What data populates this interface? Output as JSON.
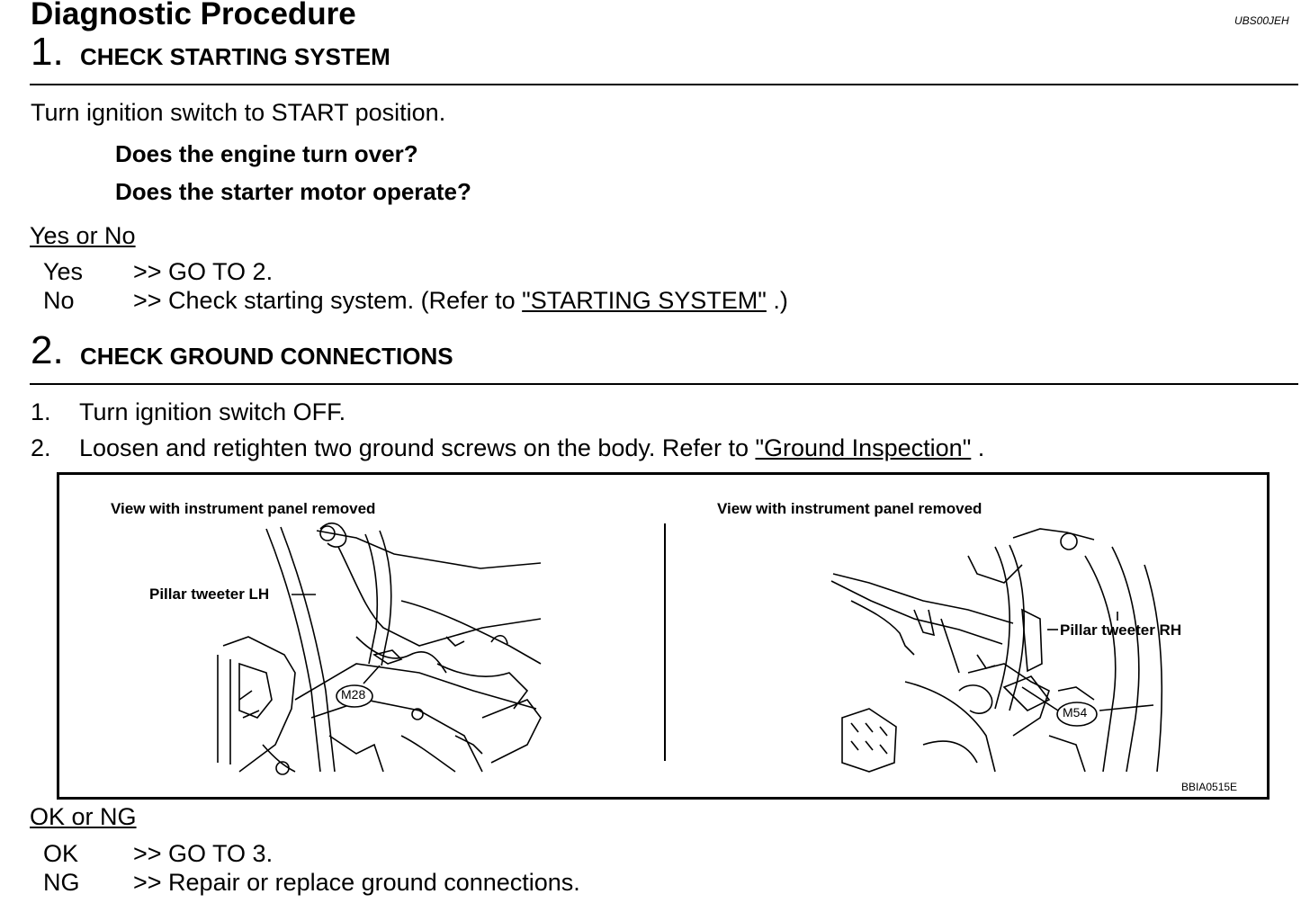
{
  "doc": {
    "title": "Diagnostic Procedure",
    "code": "UBS00JEH"
  },
  "step1": {
    "number": "1.",
    "title": "CHECK STARTING SYSTEM",
    "instruction": "Turn ignition switch to START position.",
    "questions": [
      "Does the engine turn over?",
      "Does the starter motor operate?"
    ],
    "result_heading": "Yes or No",
    "results": [
      {
        "key": "Yes",
        "action": ">> GO TO 2."
      },
      {
        "key": "No",
        "action_prefix": ">> Check starting system. (Refer to ",
        "link": "\"STARTING SYSTEM\"",
        "action_suffix": " .)"
      }
    ]
  },
  "step2": {
    "number": "2.",
    "title": "CHECK GROUND CONNECTIONS",
    "items": [
      {
        "num": "1.",
        "text": "Turn ignition switch OFF."
      },
      {
        "num": "2.",
        "text_prefix": "Loosen and retighten two ground screws on the body. Refer to ",
        "link": "\"Ground Inspection\"",
        "text_suffix": " ."
      }
    ],
    "figure": {
      "left_caption": "View with instrument panel removed",
      "left_label": "Pillar tweeter LH",
      "left_connector": "M28",
      "right_caption": "View with instrument panel removed",
      "right_label": "Pillar tweeter RH",
      "right_connector": "M54",
      "figure_code": "BBIA0515E"
    },
    "result_heading": "OK or NG",
    "results": [
      {
        "key": "OK",
        "action": ">> GO TO 3."
      },
      {
        "key": "NG",
        "action": ">> Repair or replace ground connections."
      }
    ]
  }
}
